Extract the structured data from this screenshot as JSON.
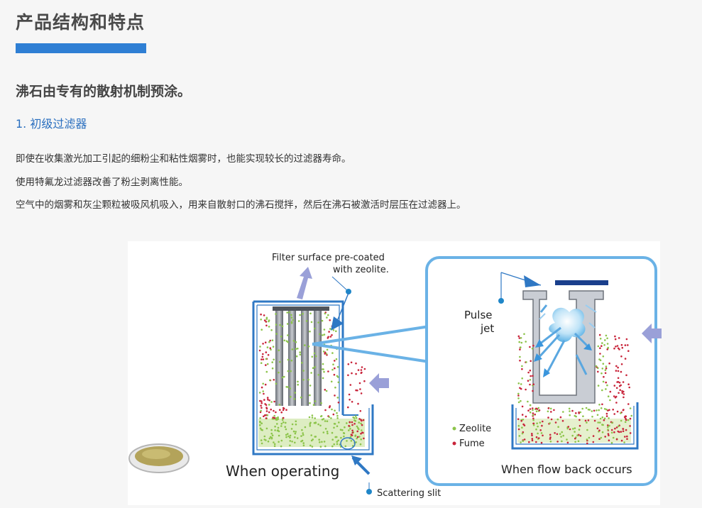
{
  "header": {
    "title": "产品结构和特点"
  },
  "subtitle": "沸石由专有的散射机制预涂。",
  "section": {
    "title": "1. 初级过滤器"
  },
  "paragraphs": [
    "即使在收集激光加工引起的细粉尘和粘性烟雾时，也能实现较长的过滤器寿命。",
    "使用特氟龙过滤器改善了粉尘剥离性能。",
    "空气中的烟雾和灰尘颗粒被吸风机吸入，用来自散射口的沸石搅拌，然后在沸石被激活时层压在过滤器上。"
  ],
  "figure": {
    "filter_caption_line1": "Filter surface pre-coated",
    "filter_caption_line2": "with zeolite.",
    "operating_label": "When operating",
    "scattering_label": "Scattering slit",
    "pulse_line1": "Pulse",
    "pulse_line2": "jet",
    "legend_zeolite": "Zeolite",
    "legend_fume": "Fume",
    "flowback_label": "When flow back occurs",
    "colors": {
      "outline_blue": "#2f78c4",
      "frame_blue": "#4aa0dc",
      "zeolite_green": "#8cc44a",
      "fume_red": "#c8243a",
      "flow_arrow": "#9aa0d8"
    }
  }
}
